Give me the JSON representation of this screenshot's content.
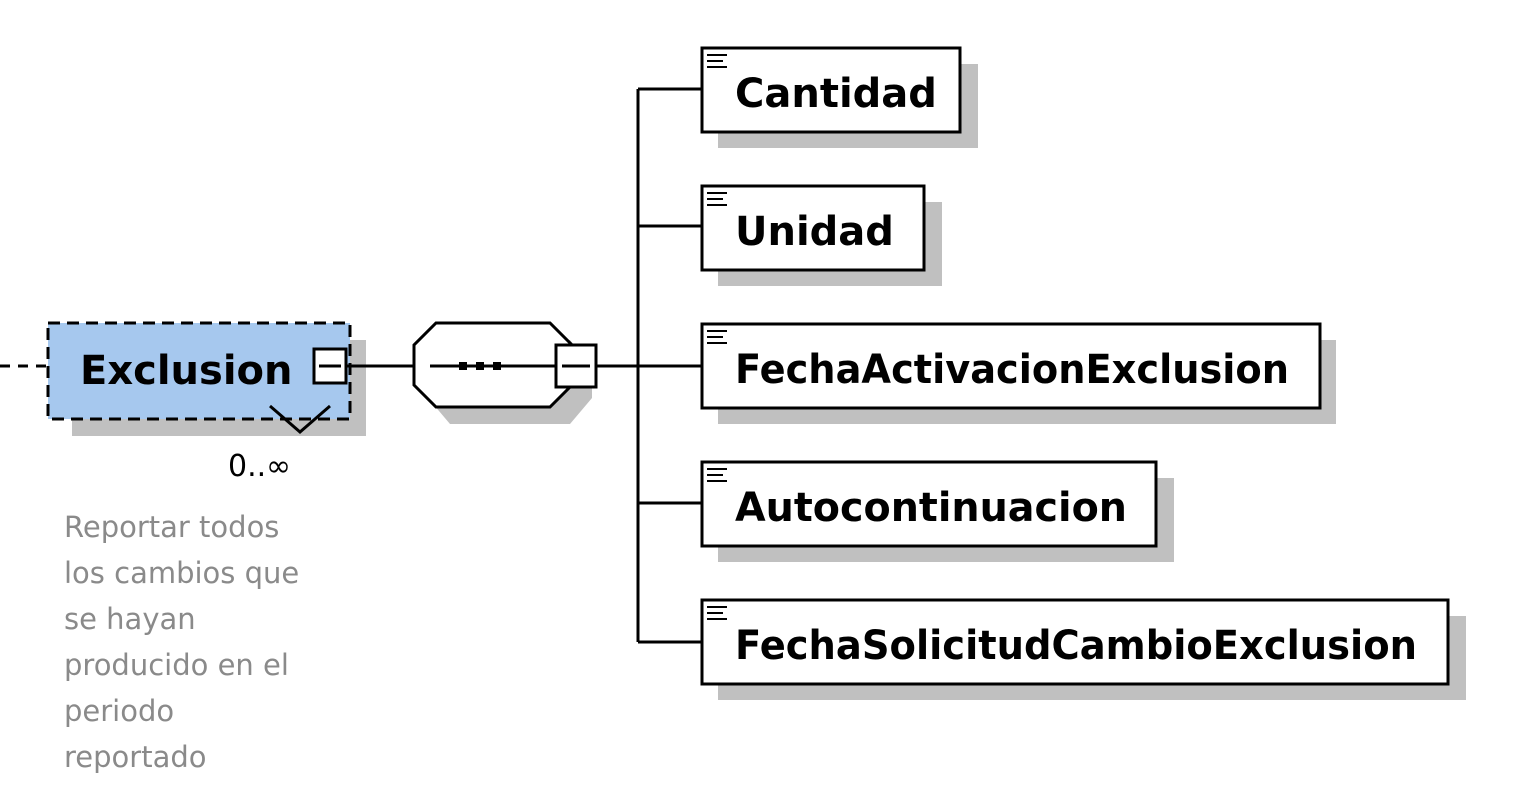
{
  "parent_element": {
    "name": "Exclusion",
    "occurrence": "0..∞",
    "documentation_lines": [
      "Reportar todos",
      "los cambios que",
      "se hayan",
      "producido en el",
      "periodo",
      "reportado"
    ]
  },
  "compositor": {
    "type": "sequence"
  },
  "children": [
    {
      "name": "Cantidad"
    },
    {
      "name": "Unidad"
    },
    {
      "name": "FechaActivacionExclusion"
    },
    {
      "name": "Autocontinuacion"
    },
    {
      "name": "FechaSolicitudCambioExclusion"
    }
  ],
  "colors": {
    "selected_fill": "#a6c8ee",
    "shadow": "#c0c0c0",
    "line": "#000000",
    "doc_text": "#8a8a8a"
  }
}
